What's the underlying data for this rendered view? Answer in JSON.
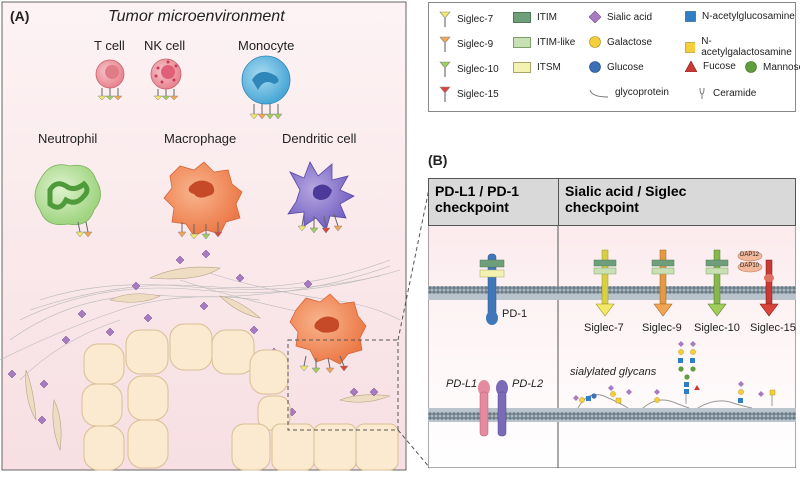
{
  "panelA": {
    "label": "(A)",
    "title": "Tumor microenvironment",
    "cells": {
      "t_cell": "T cell",
      "nk_cell": "NK cell",
      "monocyte": "Monocyte",
      "neutrophil": "Neutrophil",
      "macrophage": "Macrophage",
      "dendritic_cell": "Dendritic cell"
    }
  },
  "legend": {
    "siglecs": [
      "Siglec-7",
      "Siglec-9",
      "Siglec-10",
      "Siglec-15"
    ],
    "motifs": [
      "ITIM",
      "ITIM-like",
      "ITSM"
    ],
    "sugars_col1": [
      "Sialic acid",
      "Galactose",
      "Glucose"
    ],
    "sugars_col2": [
      "N-acetylglucosamine",
      "N-acetylgalactosamine",
      "Fucose",
      "Mannose"
    ],
    "glycoprotein": "glycoprotein",
    "ceramide": "Ceramide",
    "colors": {
      "siglec7": "#f2e86a",
      "siglec9": "#f2a653",
      "siglec10": "#9fcf5a",
      "siglec15": "#d9463a",
      "itim": "#6f9e7a",
      "itim_like": "#c9e0b4",
      "itsm": "#f3f2b0",
      "sialic": "#a77bc1",
      "galactose": "#f5cf3a",
      "glucose": "#3d6fb6",
      "glcnac": "#2f7fc4",
      "galnac": "#f5cf3a",
      "fucose": "#c83a33",
      "mannose": "#5e9e3c"
    }
  },
  "panelB": {
    "label": "(B)",
    "header1_line1": "PD-L1 / PD-1",
    "header1_line2": "checkpoint",
    "header2_line1": "Sialic acid / Siglec",
    "header2_line2": "checkpoint",
    "pd1": "PD-1",
    "pdl1": "PD-L1",
    "pdl2": "PD-L2",
    "siglec_labels": [
      "Siglec-7",
      "Siglec-9",
      "Siglec-10",
      "Siglec-15"
    ],
    "dap12": "DAP12",
    "dap10": "DAP10",
    "sialylated": "sialylated glycans"
  }
}
